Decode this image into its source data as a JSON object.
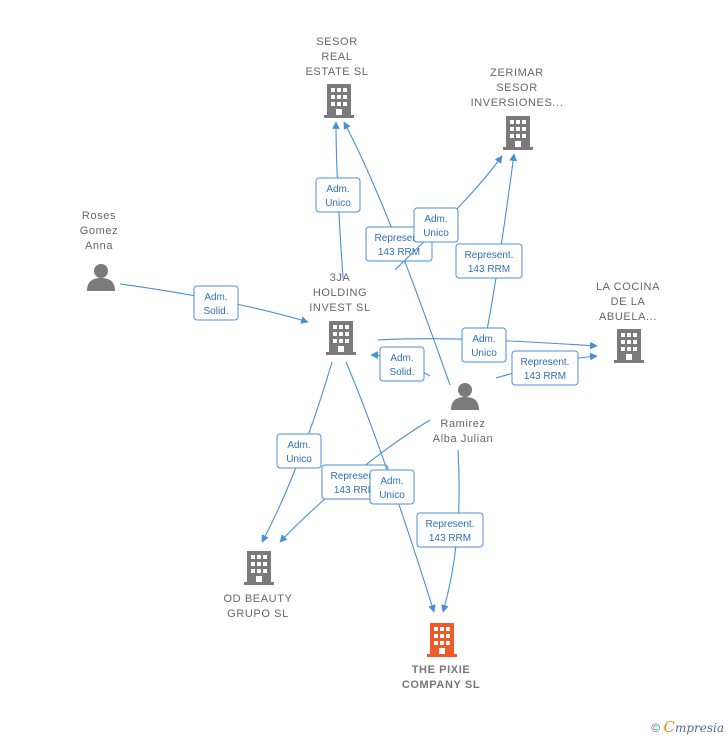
{
  "colors": {
    "edge": "#4a8fd6",
    "edge_text": "#2f6fb5",
    "node": "#7a7a7a",
    "target": "#f05a28",
    "label": "#666666"
  },
  "nodes": [
    {
      "id": "sesor",
      "kind": "company",
      "lines": [
        "SESOR",
        "REAL",
        "ESTATE  SL"
      ]
    },
    {
      "id": "zerimar",
      "kind": "company",
      "lines": [
        "ZERIMAR",
        "SESOR",
        "INVERSIONES..."
      ]
    },
    {
      "id": "roses",
      "kind": "person",
      "lines": [
        "Roses",
        "Gomez",
        "Anna"
      ]
    },
    {
      "id": "3ja",
      "kind": "company",
      "lines": [
        "3JA",
        "HOLDING",
        "INVEST  SL"
      ]
    },
    {
      "id": "cocina",
      "kind": "company",
      "lines": [
        "LA COCINA",
        "DE LA",
        "ABUELA..."
      ]
    },
    {
      "id": "ramirez",
      "kind": "person",
      "lines": [
        "Ramirez",
        "Alba Julian"
      ]
    },
    {
      "id": "odbeauty",
      "kind": "company",
      "lines": [
        "OD BEAUTY",
        "GRUPO  SL"
      ]
    },
    {
      "id": "pixie",
      "kind": "target",
      "lines": [
        "THE PIXIE",
        "COMPANY  SL"
      ]
    }
  ],
  "edges": [
    {
      "id": "e1",
      "lines": [
        "Adm.",
        "Unico"
      ]
    },
    {
      "id": "e2",
      "lines": [
        "Represent.",
        "143 RRM"
      ]
    },
    {
      "id": "e3",
      "lines": [
        "Adm.",
        "Unico"
      ]
    },
    {
      "id": "e4",
      "lines": [
        "Represent.",
        "143 RRM"
      ]
    },
    {
      "id": "e5",
      "lines": [
        "Adm.",
        "Solid."
      ]
    },
    {
      "id": "e6",
      "lines": [
        "Adm.",
        "Unico"
      ]
    },
    {
      "id": "e7",
      "lines": [
        "Represent.",
        "143 RRM"
      ]
    },
    {
      "id": "e8",
      "lines": [
        "Adm.",
        "Solid."
      ]
    },
    {
      "id": "e9",
      "lines": [
        "Adm.",
        "Unico"
      ]
    },
    {
      "id": "e10",
      "lines": [
        "Represent.",
        "143 RRM"
      ]
    },
    {
      "id": "e11",
      "lines": [
        "Adm.",
        "Unico"
      ]
    },
    {
      "id": "e12",
      "lines": [
        "Represent.",
        "143 RRM"
      ]
    }
  ],
  "footer": {
    "copyright": "©",
    "brand_first": "C",
    "brand_rest": "mpresia"
  }
}
